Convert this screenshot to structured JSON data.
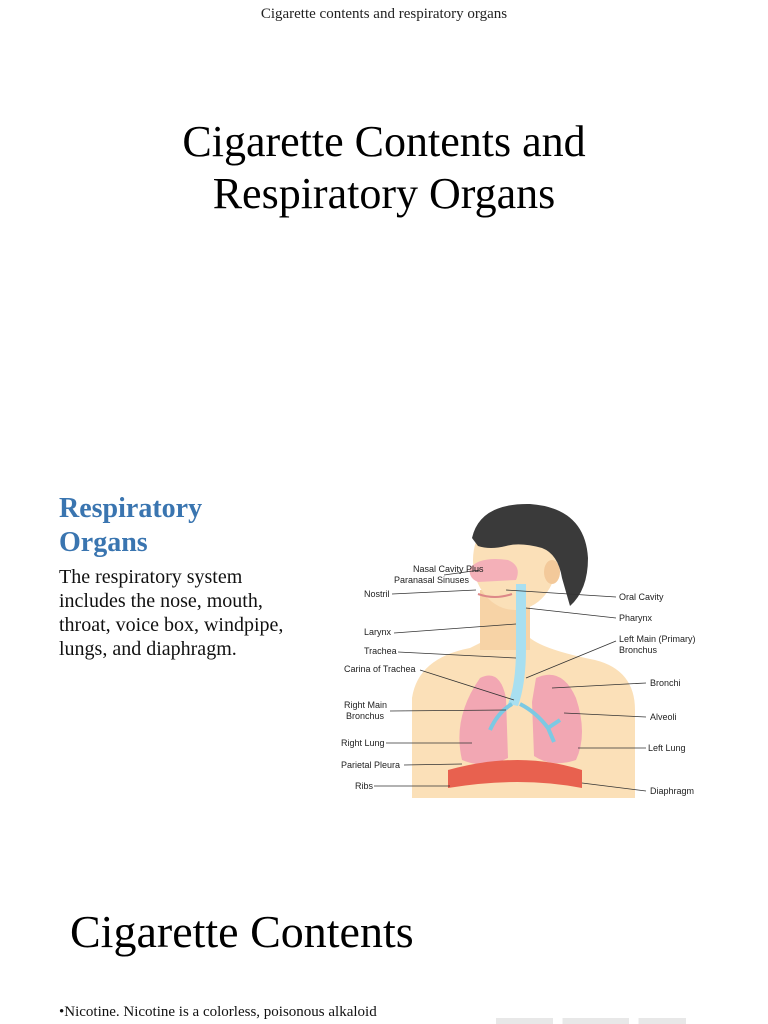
{
  "header": {
    "text": "Cigarette contents and respiratory organs"
  },
  "title": {
    "line1": "Cigarette Contents and",
    "line2": "Respiratory Organs"
  },
  "respiratory": {
    "heading_line1": "Respiratory",
    "heading_line2": "Organs",
    "body": "The respiratory system includes the nose, mouth, throat, voice box, windpipe, lungs, and diaphragm."
  },
  "diagram": {
    "labels": {
      "nasal_cavity_1": "Nasal Cavity Plus",
      "nasal_cavity_2": "Paranasal Sinuses",
      "nostril": "Nostril",
      "larynx": "Larynx",
      "trachea": "Trachea",
      "carina": "Carina of Trachea",
      "right_main_1": "Right Main",
      "right_main_2": "Bronchus",
      "right_lung": "Right Lung",
      "parietal_pleura": "Parietal Pleura",
      "ribs": "Ribs",
      "oral_cavity": "Oral Cavity",
      "pharynx": "Pharynx",
      "left_main_1": "Left Main (Primary)",
      "left_main_2": "Bronchus",
      "bronchi": "Bronchi",
      "alveoli": "Alveoli",
      "left_lung": "Left Lung",
      "diaphragm": "Diaphragm"
    },
    "colors": {
      "skin": "#fbe0b8",
      "hair": "#3a3a3a",
      "lung": "#f2a7b3",
      "airway": "#a8dff0",
      "diaphragm": "#e8614f"
    }
  },
  "contents": {
    "heading": "Cigarette Contents",
    "nicotine": "•Nicotine. Nicotine is a colorless, poisonous alkaloid"
  }
}
